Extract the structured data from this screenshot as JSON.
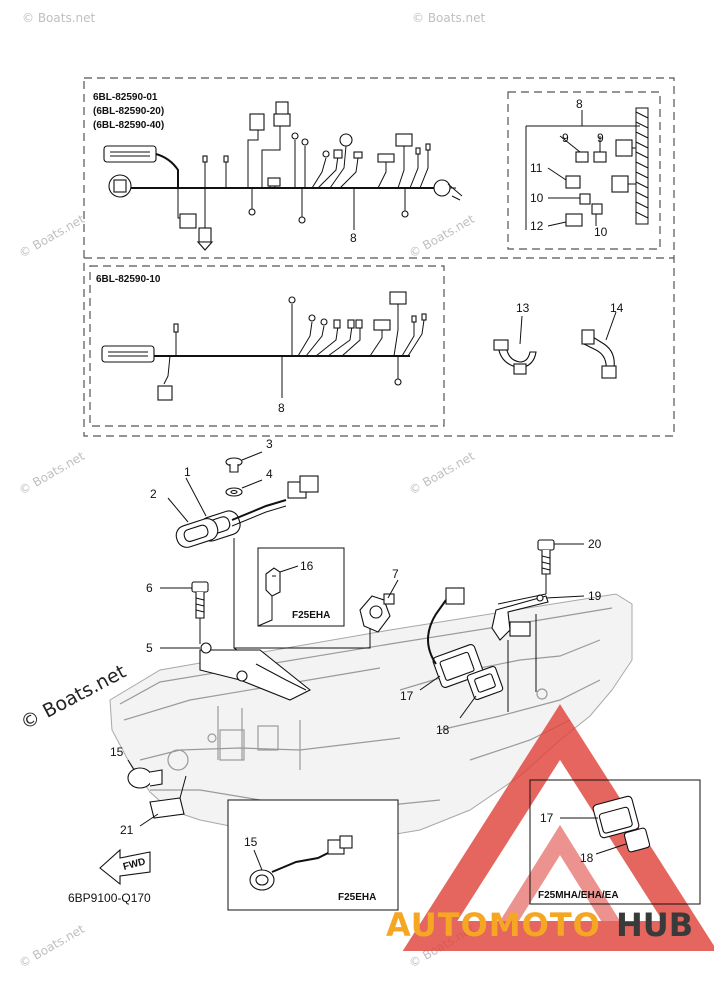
{
  "watermark": "© Boats.net",
  "diagram_code": "6BP9100-Q170",
  "fwd_label": "FWD",
  "brand": {
    "prefix": "AUTOMOTO",
    "suffix": "HUB",
    "prefix_color": "#f5a623",
    "suffix_color": "#3a3a3a",
    "triangle_color": "#e0443c"
  },
  "harness_top": {
    "codes": [
      "6BL-82590-01",
      "(6BL-82590-20)",
      "(6BL-82590-40)"
    ]
  },
  "harness_bottom": {
    "code": "6BL-82590-10"
  },
  "insets": {
    "f25eha_upper": "F25EHA",
    "f25eha_lower": "F25EHA",
    "f25mha": "F25MHA/EHA/EA"
  },
  "callouts": {
    "c1": "1",
    "c2": "2",
    "c3": "3",
    "c4": "4",
    "c5": "5",
    "c6": "6",
    "c7": "7",
    "c8a": "8",
    "c8b": "8",
    "c8c": "8",
    "c9a": "9",
    "c9b": "9",
    "c10a": "10",
    "c10b": "10",
    "c11": "11",
    "c12": "12",
    "c13": "13",
    "c14": "14",
    "c15a": "15",
    "c15b": "15",
    "c16": "16",
    "c17a": "17",
    "c17b": "17",
    "c18a": "18",
    "c18b": "18",
    "c19": "19",
    "c20": "20",
    "c21": "21"
  }
}
